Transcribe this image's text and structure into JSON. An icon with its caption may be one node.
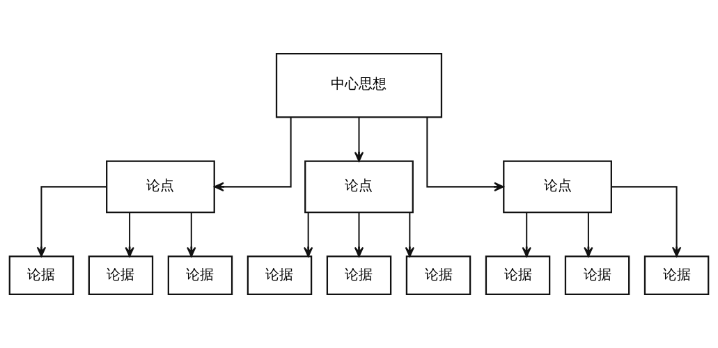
{
  "diagram": {
    "nodes": [
      {
        "text": [
          "中心思想"
        ]
      },
      {
        "text": [
          "论点"
        ]
      },
      {
        "text": [
          "论点"
        ]
      },
      {
        "text": [
          "论点"
        ]
      },
      {
        "text": [
          "论据"
        ]
      },
      {
        "text": [
          "论据"
        ]
      },
      {
        "text": [
          "论据"
        ]
      },
      {
        "text": [
          "论据"
        ]
      },
      {
        "text": [
          "论据"
        ]
      },
      {
        "text": [
          "论据"
        ]
      },
      {
        "text": [
          "论据"
        ]
      },
      {
        "text": [
          "论据"
        ]
      },
      {
        "text": [
          "论据"
        ]
      }
    ],
    "edges": [
      {
        "from": 0,
        "to": 1,
        "arrow": "to"
      },
      {
        "from": 0,
        "to": 2,
        "arrow": "to"
      },
      {
        "from": 0,
        "to": 3,
        "arrow": "to"
      },
      {
        "from": 1,
        "to": 4,
        "arrow": "to"
      },
      {
        "from": 1,
        "to": 5,
        "arrow": "to"
      },
      {
        "from": 1,
        "to": 6,
        "arrow": "to"
      },
      {
        "from": 2,
        "to": 7,
        "arrow": "to"
      },
      {
        "from": 2,
        "to": 8,
        "arrow": "to"
      },
      {
        "from": 2,
        "to": 9,
        "arrow": "to"
      },
      {
        "from": 3,
        "to": 10,
        "arrow": "to"
      },
      {
        "from": 3,
        "to": 11,
        "arrow": "to"
      },
      {
        "from": 3,
        "to": 12,
        "arrow": "to"
      }
    ]
  }
}
